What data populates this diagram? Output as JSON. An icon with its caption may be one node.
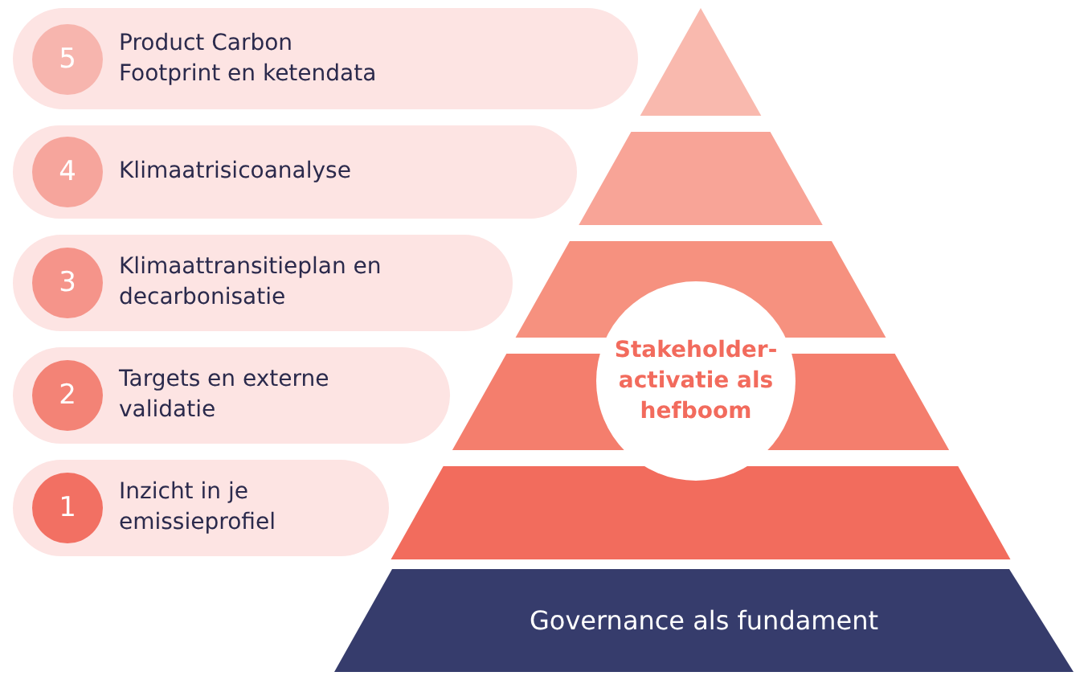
{
  "diagram": {
    "nodes": [
      {
        "text": [
          "Product Carbon Footprint en ketendata"
        ]
      },
      {
        "text": [
          "5"
        ],
        "in": 0
      },
      {
        "text": [
          "Klimaatrisicoanalyse"
        ]
      },
      {
        "text": [
          "4"
        ],
        "in": 2
      },
      {
        "text": [
          "Klimaattransitieplan en decarbonisatie"
        ]
      },
      {
        "text": [
          "3"
        ],
        "in": 4
      },
      {
        "text": [
          "Targets en externe validatie"
        ]
      },
      {
        "text": [
          "2"
        ],
        "in": 6
      },
      {
        "text": [
          "Inzicht in je emissieprofiel"
        ]
      },
      {
        "text": [
          "1"
        ],
        "in": 8
      },
      {
        "text": [
          "Stakeholder-activatie als hefboom"
        ]
      },
      {
        "text": [
          "Governance als fundament"
        ]
      }
    ],
    "edges": []
  }
}
